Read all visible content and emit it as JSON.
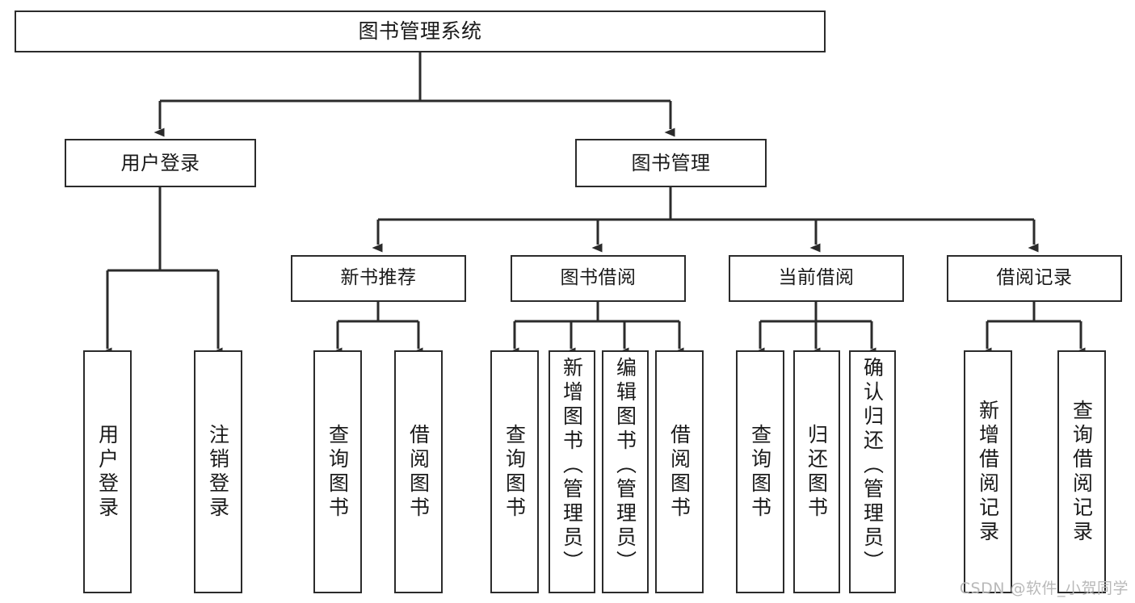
{
  "diagram": {
    "title": "图书管理系统",
    "type": "hierarchy-tree",
    "watermark": "CSDN @软件_小贺同学",
    "nodes": {
      "root": {
        "label": "图书管理系统"
      },
      "level2": [
        {
          "id": "user-login",
          "label": "用户登录"
        },
        {
          "id": "book-management",
          "label": "图书管理"
        }
      ],
      "level3": [
        {
          "id": "new-book-recommend",
          "label": "新书推荐"
        },
        {
          "id": "book-borrow",
          "label": "图书借阅"
        },
        {
          "id": "current-borrow",
          "label": "当前借阅"
        },
        {
          "id": "borrow-record",
          "label": "借阅记录"
        }
      ],
      "leaves": {
        "user_login": [
          {
            "id": "leaf-user-login",
            "label": "用户登录"
          },
          {
            "id": "leaf-logout-login",
            "label": "注销登录"
          }
        ],
        "new_book_recommend": [
          {
            "id": "leaf-query-book-1",
            "label": "查询图书"
          },
          {
            "id": "leaf-borrow-book-1",
            "label": "借阅图书"
          }
        ],
        "book_borrow": [
          {
            "id": "leaf-query-book-2",
            "label": "查询图书"
          },
          {
            "id": "leaf-add-book",
            "label": "新增图书（管理员）"
          },
          {
            "id": "leaf-edit-book",
            "label": "编辑图书（管理员）"
          },
          {
            "id": "leaf-borrow-book-2",
            "label": "借阅图书"
          }
        ],
        "current_borrow": [
          {
            "id": "leaf-query-book-3",
            "label": "查询图书"
          },
          {
            "id": "leaf-return-book",
            "label": "归还图书"
          },
          {
            "id": "leaf-confirm-return",
            "label": "确认归还（管理员）"
          }
        ],
        "borrow_record": [
          {
            "id": "leaf-add-record",
            "label": "新增借阅记录"
          },
          {
            "id": "leaf-query-record",
            "label": "查询借阅记录"
          }
        ]
      }
    },
    "colors": {
      "stroke": "#2b2b2b",
      "fill": "#ffffff",
      "text": "#1a1a1a",
      "watermark": "#b9b9b9"
    }
  }
}
